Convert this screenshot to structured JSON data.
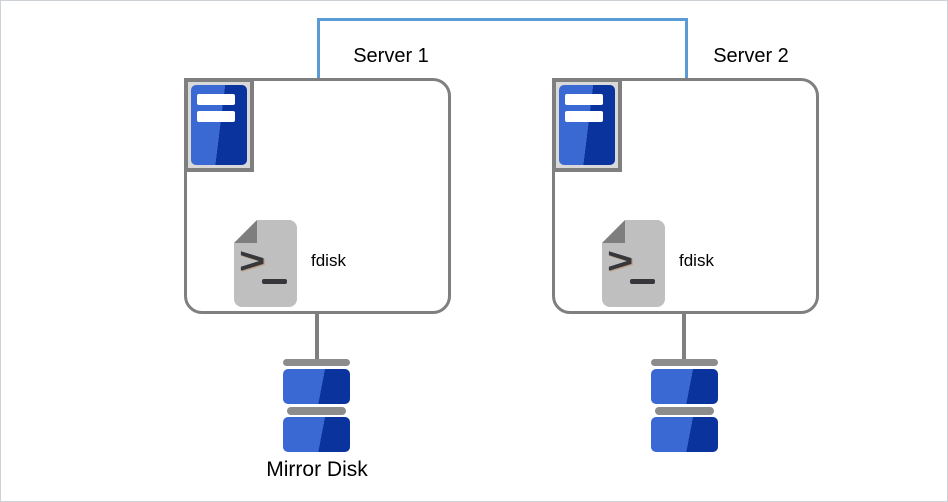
{
  "diagram": {
    "servers": [
      {
        "label": "Server 1",
        "tool": "fdisk"
      },
      {
        "label": "Server 2",
        "tool": "fdisk"
      }
    ],
    "disks": [
      {
        "label": "Mirror Disk"
      },
      {
        "label": ""
      }
    ],
    "icons": {
      "server_unit": "server-tower-icon",
      "tool": "terminal-file-icon",
      "disk": "disk-stack-icon",
      "link": "server-interconnect-line"
    }
  },
  "colors": {
    "link_blue": "#5B9BD5",
    "outline_gray": "#7F7F7F",
    "bar_gray": "#8C8C8C",
    "badge_bg": "#D9D9D9",
    "doc_gray": "#BFBFBF",
    "fold_gray": "#7E7E7E",
    "blue_light": "#3A69D4",
    "blue_dark": "#0B339D",
    "glyph_dark": "#37373B",
    "canvas_border": "#CCD1D5",
    "text": "#000000"
  }
}
